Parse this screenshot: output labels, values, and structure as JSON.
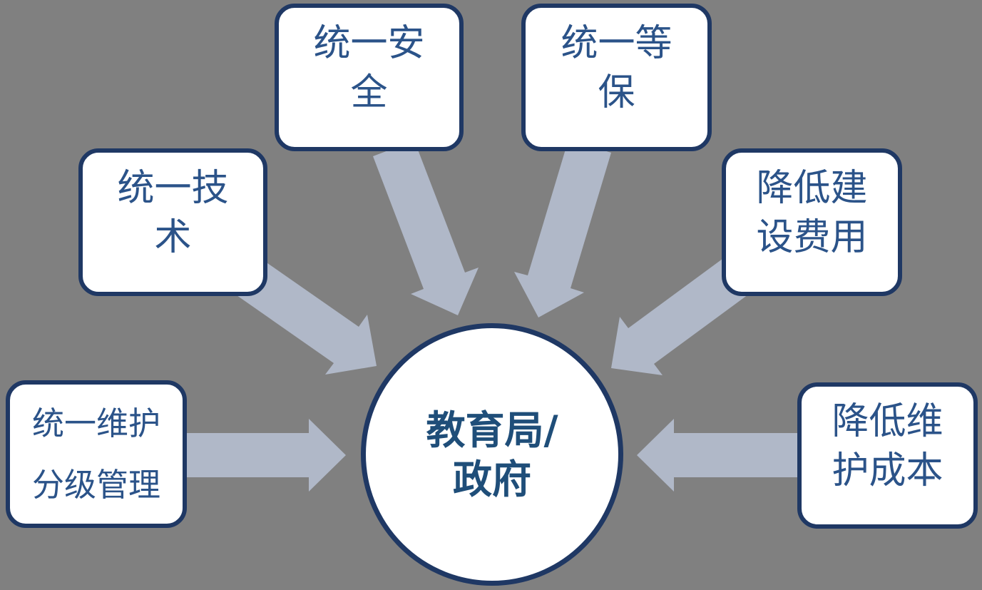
{
  "colors": {
    "background": "#808080",
    "node_fill": "#ffffff",
    "node_border": "#1f3864",
    "node_text": "#2b5389",
    "center_text": "#1f4e79",
    "arrow": "#b0b8c8"
  },
  "diagram": {
    "type": "converging-arrows",
    "center": {
      "label": "教育局/政府",
      "lines": [
        "教育局/",
        "政府"
      ]
    },
    "nodes": [
      {
        "id": "unified-technology",
        "label": "统一技术",
        "lines": [
          "统一技",
          "术"
        ]
      },
      {
        "id": "unified-security",
        "label": "统一安全",
        "lines": [
          "统一安",
          "全"
        ]
      },
      {
        "id": "unified-level-protection",
        "label": "统一等保",
        "lines": [
          "统一等",
          "保"
        ]
      },
      {
        "id": "reduce-construction-cost",
        "label": "降低建设费用",
        "lines": [
          "降低建",
          "设费用"
        ]
      },
      {
        "id": "unified-maintenance-tiered-management",
        "label": "统一维护 分级管理",
        "lines": [
          "统一维护",
          "分级管理"
        ]
      },
      {
        "id": "reduce-maintenance-cost",
        "label": "降低维护成本",
        "lines": [
          "降低维",
          "护成本"
        ]
      }
    ]
  }
}
